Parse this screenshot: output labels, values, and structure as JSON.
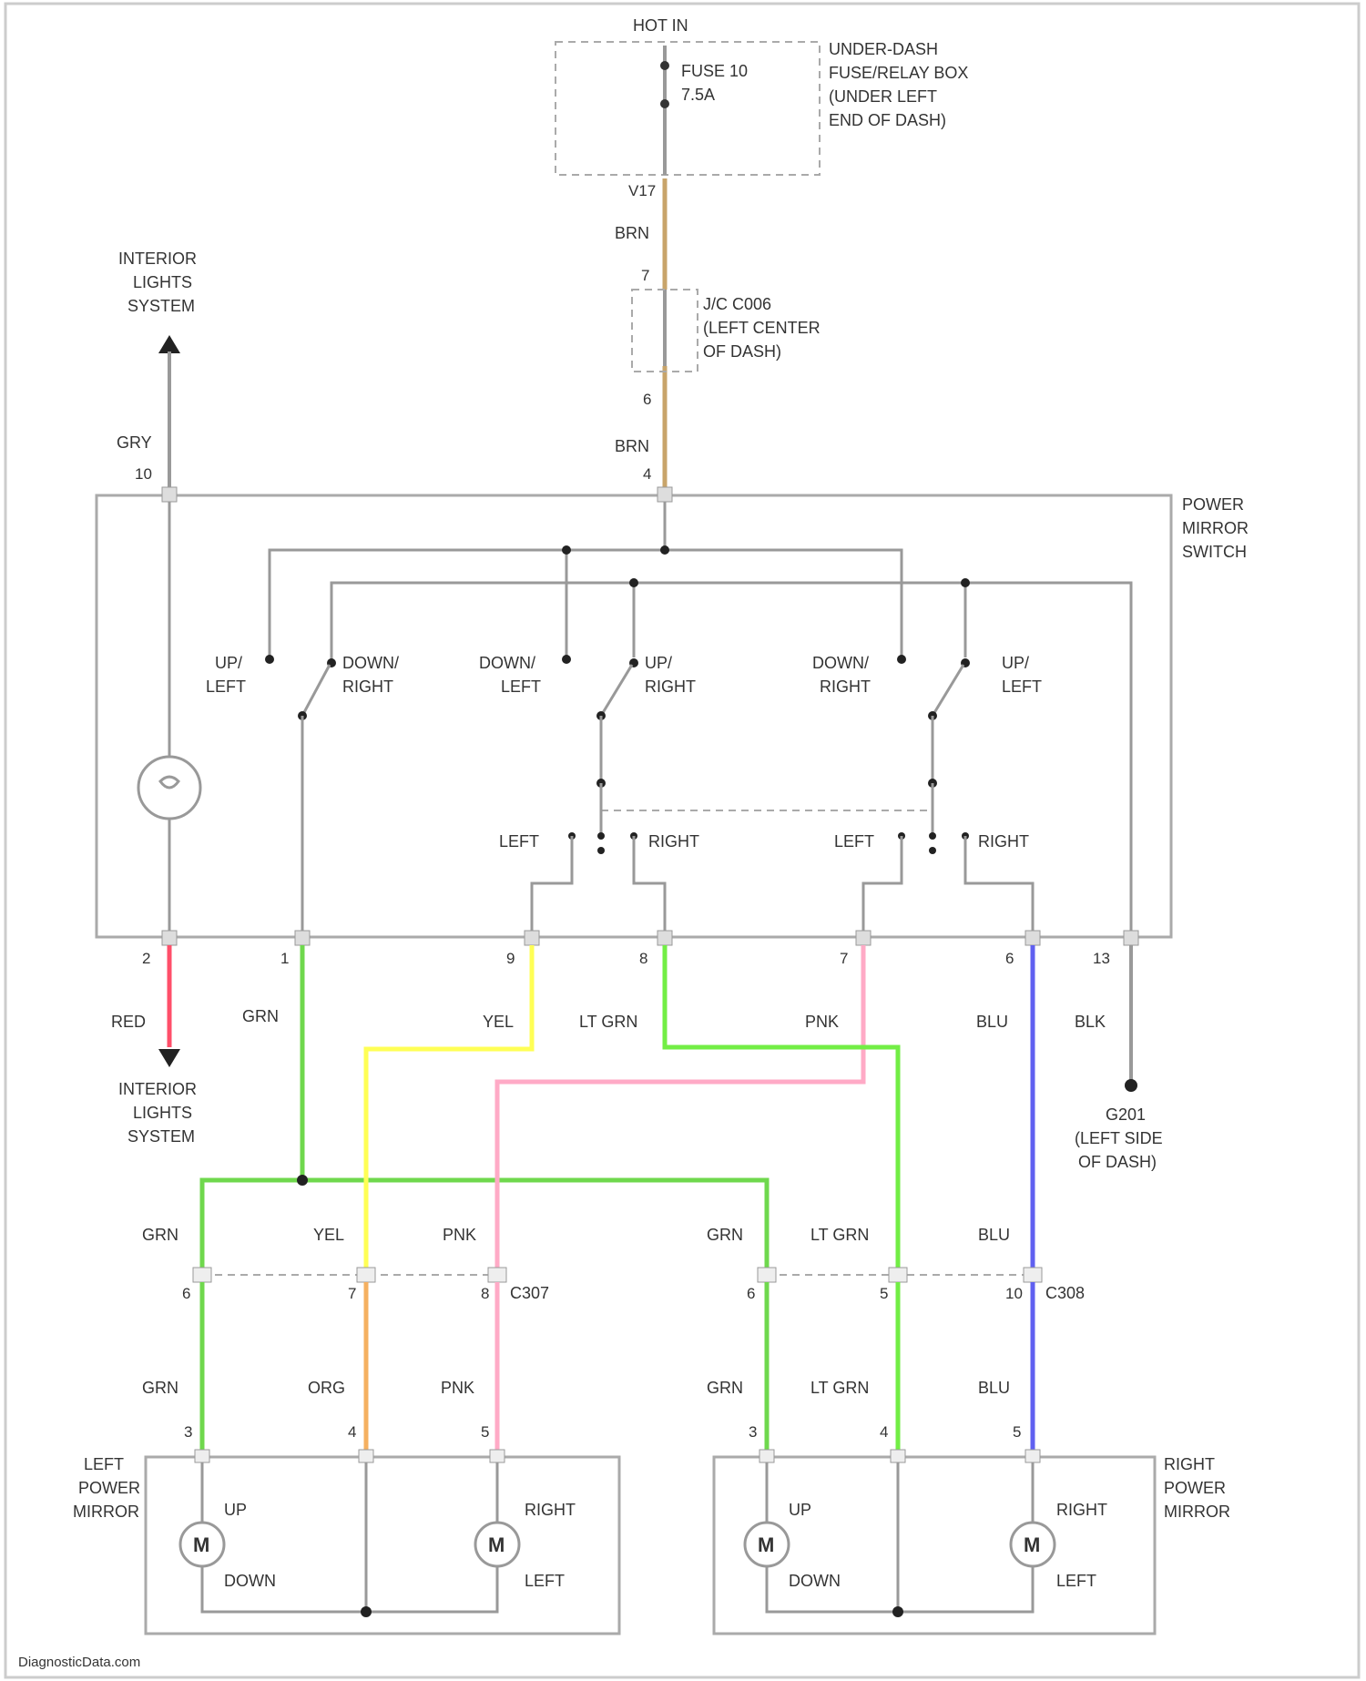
{
  "diagram": {
    "fuse_box": {
      "title": "HOT IN",
      "fuse_name": "FUSE 10",
      "fuse_rating": "7.5A",
      "location_lines": [
        "UNDER-DASH",
        "FUSE/RELAY BOX",
        "(UNDER LEFT",
        "END OF DASH)"
      ],
      "out_pin": "V17"
    },
    "junction": {
      "lines": [
        "J/C C006",
        "(LEFT CENTER",
        "OF DASH)"
      ],
      "pin_top": "7",
      "pin_bottom": "6"
    },
    "interior_top_lines": [
      "INTERIOR",
      "LIGHTS",
      "SYSTEM"
    ],
    "interior_bottom_lines": [
      "INTERIOR",
      "LIGHTS",
      "SYSTEM"
    ],
    "switch": {
      "name_lines": [
        "POWER",
        "MIRROR",
        "SWITCH"
      ],
      "top_pins": [
        "10",
        "4"
      ],
      "gry_wire": "GRY",
      "brn_wire": "BRN",
      "labels": [
        [
          "UP/",
          "LEFT"
        ],
        [
          "DOWN/",
          "RIGHT"
        ],
        [
          "DOWN/",
          "LEFT"
        ],
        [
          "UP/",
          "RIGHT"
        ],
        [
          "DOWN/",
          "RIGHT"
        ],
        [
          "UP/",
          "LEFT"
        ]
      ],
      "selector": [
        "LEFT",
        "RIGHT",
        "LEFT",
        "RIGHT"
      ],
      "bottom_pins": [
        "2",
        "1",
        "9",
        "8",
        "7",
        "6",
        "13"
      ],
      "bottom_wires": [
        "RED",
        "GRN",
        "YEL",
        "LT GRN",
        "PNK",
        "BLU",
        "BLK"
      ]
    },
    "ground": {
      "lines": [
        "G201",
        "(LEFT SIDE",
        "OF DASH)"
      ]
    },
    "connectors": {
      "wires_above": [
        "GRN",
        "YEL",
        "PNK",
        "GRN",
        "LT GRN",
        "BLU"
      ],
      "pins": [
        "6",
        "7",
        "8",
        "6",
        "5",
        "10"
      ],
      "names": [
        "C307",
        "C308"
      ],
      "wires_below": [
        "GRN",
        "ORG",
        "PNK",
        "GRN",
        "LT GRN",
        "BLU"
      ]
    },
    "mirrors": [
      {
        "name_lines": [
          "LEFT",
          "POWER",
          "MIRROR"
        ],
        "pins": [
          "3",
          "4",
          "5"
        ],
        "motor1_top": "UP",
        "motor1_bottom": "DOWN",
        "motor2_top": "RIGHT",
        "motor2_bottom": "LEFT",
        "motor_symbol": "M"
      },
      {
        "name_lines": [
          "RIGHT",
          "POWER",
          "MIRROR"
        ],
        "pins": [
          "3",
          "4",
          "5"
        ],
        "motor1_top": "UP",
        "motor1_bottom": "DOWN",
        "motor2_top": "RIGHT",
        "motor2_bottom": "LEFT",
        "motor_symbol": "M"
      }
    ],
    "watermark": "DiagnosticData.com",
    "wire_colors": {
      "brn": "#c8a46a",
      "red": "#ff4f6a",
      "grn": "#6fd84d",
      "yel": "#ffff55",
      "ltgrn": "#72ee45",
      "pnk": "#ffaac6",
      "blu": "#6060f0",
      "org": "#f5b060",
      "gray": "#999999"
    }
  }
}
